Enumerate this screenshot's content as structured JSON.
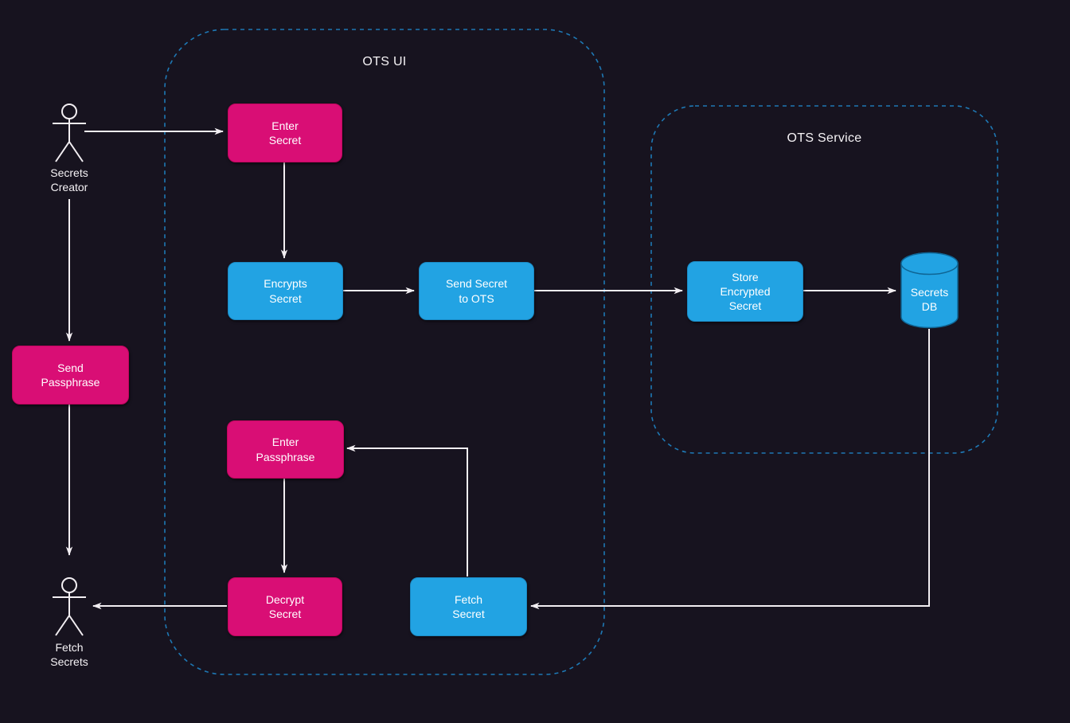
{
  "colors": {
    "background": "#17131f",
    "container_border": "#1e78b4",
    "node_pink": "#d90e75",
    "node_blue": "#22a3e3",
    "connector": "#f2eef2",
    "text": "#ffffff"
  },
  "containers": [
    {
      "id": "ots-ui",
      "label": "OTS UI"
    },
    {
      "id": "ots-service",
      "label": "OTS Service"
    }
  ],
  "actors": [
    {
      "id": "secrets-creator",
      "label": "Secrets\nCreator"
    },
    {
      "id": "fetch-secrets",
      "label": "Fetch\nSecrets"
    }
  ],
  "nodes": [
    {
      "id": "enter-secret",
      "label": "Enter\nSecret",
      "color": "pink"
    },
    {
      "id": "encrypts-secret",
      "label": "Encrypts\nSecret",
      "color": "blue"
    },
    {
      "id": "send-secret-to-ots",
      "label": "Send Secret\nto OTS",
      "color": "blue"
    },
    {
      "id": "store-encrypted-secret",
      "label": "Store\nEncrypted\nSecret",
      "color": "blue"
    },
    {
      "id": "secrets-db",
      "label": "Secrets\nDB",
      "color": "blue",
      "shape": "cylinder"
    },
    {
      "id": "send-passphrase",
      "label": "Send\nPassphrase",
      "color": "pink"
    },
    {
      "id": "enter-passphrase",
      "label": "Enter\nPassphrase",
      "color": "pink"
    },
    {
      "id": "decrypt-secret",
      "label": "Decrypt\nSecret",
      "color": "pink"
    },
    {
      "id": "fetch-secret",
      "label": "Fetch\nSecret",
      "color": "blue"
    }
  ],
  "edges": [
    {
      "from": "secrets-creator",
      "to": "enter-secret"
    },
    {
      "from": "enter-secret",
      "to": "encrypts-secret"
    },
    {
      "from": "encrypts-secret",
      "to": "send-secret-to-ots"
    },
    {
      "from": "send-secret-to-ots",
      "to": "store-encrypted-secret"
    },
    {
      "from": "store-encrypted-secret",
      "to": "secrets-db"
    },
    {
      "from": "secrets-db",
      "to": "fetch-secret"
    },
    {
      "from": "fetch-secret",
      "to": "enter-passphrase"
    },
    {
      "from": "enter-passphrase",
      "to": "decrypt-secret"
    },
    {
      "from": "decrypt-secret",
      "to": "fetch-secrets"
    },
    {
      "from": "secrets-creator",
      "to": "send-passphrase"
    },
    {
      "from": "send-passphrase",
      "to": "fetch-secrets"
    }
  ]
}
